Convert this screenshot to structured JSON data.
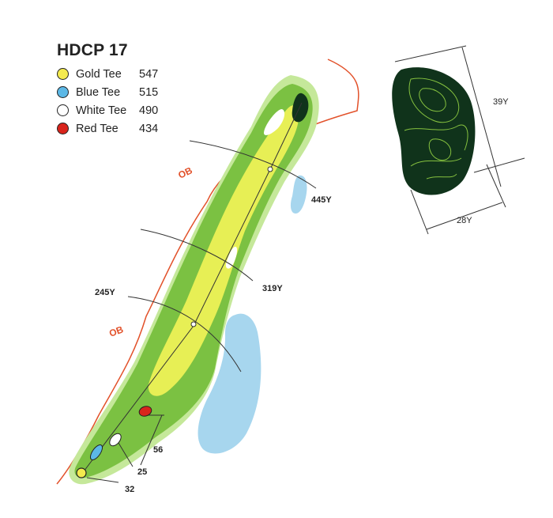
{
  "hole": {
    "handicap_label": "HDCP 17"
  },
  "tees": [
    {
      "name": "Gold Tee",
      "yards": "547",
      "color": "#f4ea4e"
    },
    {
      "name": "Blue Tee",
      "yards": "515",
      "color": "#5cb8e6"
    },
    {
      "name": "White Tee",
      "yards": "490",
      "color": "#ffffff"
    },
    {
      "name": "Red Tee",
      "yards": "434",
      "color": "#d9241c"
    }
  ],
  "distance_markers": {
    "d445": "445Y",
    "d319": "319Y",
    "d245": "245Y"
  },
  "tee_offsets": {
    "t56": "56",
    "t25": "25",
    "t32": "32"
  },
  "out_of_bounds": {
    "upper": "OB",
    "lower": "OB"
  },
  "green_detail": {
    "depth": "39Y",
    "width": "28Y"
  },
  "colors": {
    "rough": "#7bc142",
    "fairway": "#e7ef55",
    "fringe": "#c5e89a",
    "water": "#a7d6ee",
    "ob_line": "#e2512a",
    "green_dark": "#10331b",
    "contour": "#86c23f"
  }
}
